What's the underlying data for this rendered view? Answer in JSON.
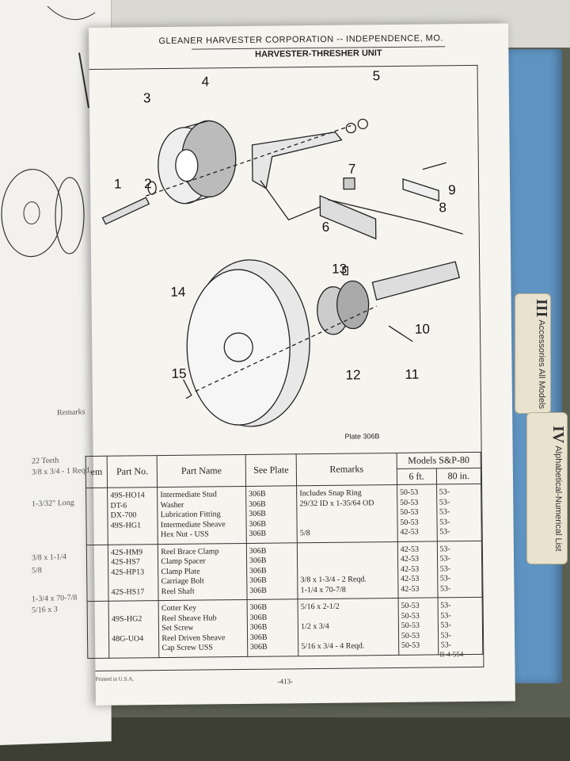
{
  "header": {
    "company": "GLEANER HARVESTER CORPORATION -- INDEPENDENCE, MO.",
    "unit": "HARVESTER-THRESHER UNIT"
  },
  "plate_label": "Plate 306B",
  "callouts": [
    "1",
    "2",
    "3",
    "4",
    "5",
    "6",
    "7",
    "8",
    "9",
    "10",
    "11",
    "12",
    "13",
    "14",
    "15"
  ],
  "table": {
    "headers": {
      "item": "em",
      "part_no": "Part No.",
      "part_name": "Part Name",
      "see_plate": "See Plate",
      "remarks": "Remarks",
      "models": "Models S&P-80",
      "col_6ft": "6 ft.",
      "col_80in": "80 in."
    },
    "groups": [
      {
        "part_no": "49S-HO14\nDT-6\nDX-700\n49S-HG1\n ",
        "part_name": "Intermediate Stud\nWasher\nLubrication Fitting\nIntermediate Sheave\nHex Nut - USS",
        "plate": "306B\n306B\n306B\n306B\n306B",
        "remarks": "Includes Snap Ring\n29/32 ID x 1-35/64 OD\n \n \n5/8",
        "m6": "50-53\n50-53\n50-53\n50-53\n42-53",
        "m80": "53-\n53-\n53-\n53-\n53-"
      },
      {
        "part_no": "42S-HM9\n42S-HS7\n42S-HP13\n \n42S-HS17",
        "part_name": "Reel Brace Clamp\nClamp Spacer\nClamp Plate\nCarriage Bolt\nReel Shaft",
        "plate": "306B\n306B\n306B\n306B\n306B",
        "remarks": " \n \n \n3/8 x 1-3/4 - 2 Reqd.\n1-1/4 x 70-7/8",
        "m6": "42-53\n42-53\n42-53\n42-53\n42-53",
        "m80": "53-\n53-\n53-\n53-\n53-"
      },
      {
        "part_no": " \n49S-HG2\n \n48G-UO4\n ",
        "part_name": "Cotter Key\nReel Sheave Hub\nSet Screw\nReel Driven Sheave\nCap Screw USS",
        "plate": "306B\n306B\n306B\n306B\n306B",
        "remarks": "5/16 x 2-1/2\n \n1/2 x 3/4\n \n5/16 x 3/4 - 4 Reqd.",
        "m6": "50-53\n50-53\n50-53\n50-53\n50-53",
        "m80": "53-\n53-\n53-\n53-\n53-"
      }
    ]
  },
  "footer": {
    "printed": "Printed in U.S.A.",
    "page": "-413-",
    "code": "II-4-554"
  },
  "tabs": {
    "tab3_roman": "III",
    "tab3_text": "Accessories All Models",
    "tab4_roman": "IV",
    "tab4_text": "Alphabetical-Numerical List"
  },
  "left_page": {
    "col_head": "Remarks",
    "notes": [
      "22 Teeth",
      "3/8 x 3/4 - 1 Reqd.",
      "1-3/32\" Long",
      "3/8 x 1-1/4",
      "5/8",
      "1-3/4 x 70-7/8",
      "5/16 x 3"
    ]
  }
}
